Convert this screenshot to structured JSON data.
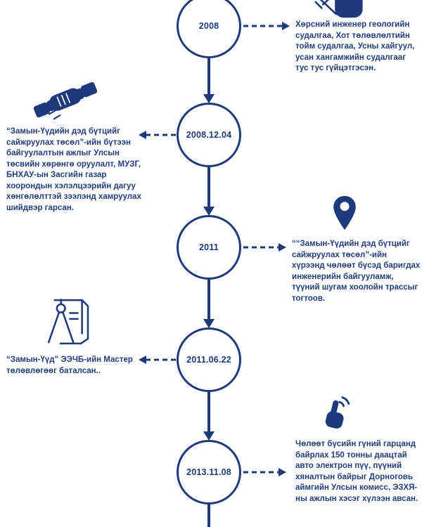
{
  "colors": {
    "primary": "#1e3a7c",
    "background": "#ffffff"
  },
  "timeline": {
    "orientation": "vertical",
    "events": [
      {
        "date": "2008",
        "side": "right",
        "icon": "geology-survey-icon",
        "text": "Хөрсний инженер геологийн судалгаа, Хот төлөвлөлтийн тойм судалгаа, Усны хайгуул, усан хангамжийн судалгааг тус тус гүйцэтгэсэн."
      },
      {
        "date": "2008.12.04",
        "side": "left",
        "icon": "handshake-icon",
        "text": "“Замын-Үүдийн дэд бүтцийг сайжруулах төсөл”-ийн бүтээн байгуулалтын ажлыг Улсын төсвийн хөрөнгө оруулалт, МУЗГ, БНХАУ-ын Засгийн газар хоорондын хэлэлцээрийн дагуу хөнгөлөлттэй зээлэнд хамруулах шийдвэр  гарсан."
      },
      {
        "date": "2011",
        "side": "right",
        "icon": "location-pin-icon",
        "text": "““Замын-Үүдийн дэд бүтцийг сайжруулах төсөл”-ийн хүрээнд чөлөөт бүсэд баригдах инженерийн байгууламж, түүний шугам хоолойн трассыг тогтоов."
      },
      {
        "date": "2011.06.22",
        "side": "left",
        "icon": "drafting-compass-icon",
        "text": "“Замын-Үүд” ЭЭЧБ-ийн Мастер төлөвлөгөөг баталсан.."
      },
      {
        "date": "2013.11.08",
        "side": "right",
        "icon": "click-hand-icon",
        "text": "Чөлөөт  бүсийн гүний гарцанд байрлах 150 тонны даацтай авто электрон пүү, пүүний хяналтын байрыг Дорноговь аймгийн Улсын комисс, ЭЗХЯ-ны ажлын хэсэг хүлээн авсан."
      }
    ]
  }
}
